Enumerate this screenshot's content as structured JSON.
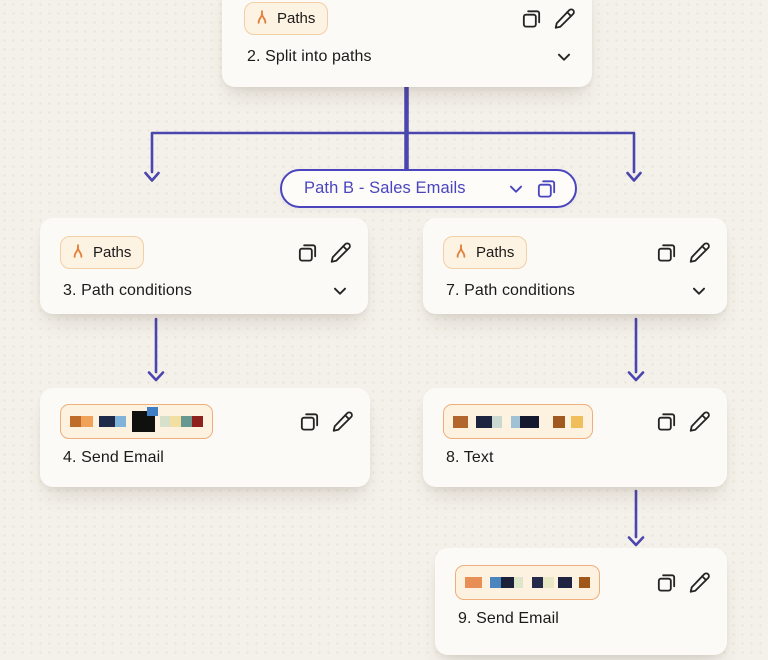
{
  "app": {
    "view": "automation-flow-canvas"
  },
  "colors": {
    "page_bg": "#f4f1ea",
    "page_dot": "#e9e4da",
    "card_bg": "#fcfaf6",
    "title_text": "#1c1b19",
    "icon_dark": "#252422",
    "connector_indigo": "#4b45ae",
    "pill_accent": "#4a45bf",
    "paths_badge_bg": "#fdf3e2",
    "paths_badge_border": "#f3cfa5",
    "paths_icon_orange": "#e2823d",
    "thumb_badge_bg": "#fdf2e0",
    "thumb_badge_border": "#efae7c"
  },
  "icons": {
    "copy": "copy-icon",
    "edit": "pencil-icon",
    "collapse": "chevron-down-icon",
    "paths": "paths-split-icon"
  },
  "pill": {
    "label": "Path B - Sales Emails"
  },
  "nodes": [
    {
      "badge_label": "Paths",
      "title": "2. Split into paths"
    },
    {
      "badge_label": "Paths",
      "title": "3. Path conditions"
    },
    {
      "badge_label": "Paths",
      "title": "7. Path conditions"
    },
    {
      "title": "4. Send Email",
      "thumbnail": [
        {
          "color": "#bf6c2b",
          "w": 11,
          "h": 11
        },
        {
          "color": "#f0a258",
          "w": 12,
          "h": 11
        },
        {
          "gap": 6
        },
        {
          "color": "#202a49",
          "w": 16,
          "h": 11
        },
        {
          "color": "#7fb3d9",
          "w": 11,
          "h": 11
        },
        {
          "gap": 6
        },
        {
          "color": "#10100f",
          "w": 23,
          "h": 21,
          "overlay": {
            "color": "#3f7ec4",
            "w": 11,
            "h": 9
          }
        },
        {
          "gap": 5
        },
        {
          "color": "#d6e0cb",
          "w": 10,
          "h": 11
        },
        {
          "color": "#f3dfa2",
          "w": 11,
          "h": 11
        },
        {
          "color": "#699890",
          "w": 11,
          "h": 11
        },
        {
          "color": "#8e201d",
          "w": 11,
          "h": 11
        }
      ]
    },
    {
      "title": "8. Text",
      "thumbnail": [
        {
          "color": "#b2662c",
          "w": 15,
          "h": 12
        },
        {
          "gap": 8
        },
        {
          "color": "#1d2440",
          "w": 16,
          "h": 12
        },
        {
          "color": "#c9d8d0",
          "w": 10,
          "h": 12
        },
        {
          "gap": 9
        },
        {
          "color": "#9fc2d4",
          "w": 9,
          "h": 12
        },
        {
          "color": "#14182e",
          "w": 19,
          "h": 12
        },
        {
          "gap": 14
        },
        {
          "color": "#a2591f",
          "w": 12,
          "h": 12
        },
        {
          "gap": 6
        },
        {
          "color": "#f0bf5c",
          "w": 12,
          "h": 12
        }
      ]
    },
    {
      "title": "9. Send Email",
      "thumbnail": [
        {
          "color": "#e88f55",
          "w": 17,
          "h": 11
        },
        {
          "gap": 8
        },
        {
          "color": "#4a85c0",
          "w": 11,
          "h": 11
        },
        {
          "color": "#1a2138",
          "w": 13,
          "h": 11
        },
        {
          "color": "#dde6c8",
          "w": 9,
          "h": 11
        },
        {
          "gap": 9
        },
        {
          "color": "#252a4a",
          "w": 11,
          "h": 11
        },
        {
          "color": "#e8e8c4",
          "w": 11,
          "h": 11
        },
        {
          "gap": 4
        },
        {
          "color": "#1e2342",
          "w": 14,
          "h": 11
        },
        {
          "gap": 7
        },
        {
          "color": "#a05818",
          "w": 11,
          "h": 11
        }
      ]
    }
  ]
}
